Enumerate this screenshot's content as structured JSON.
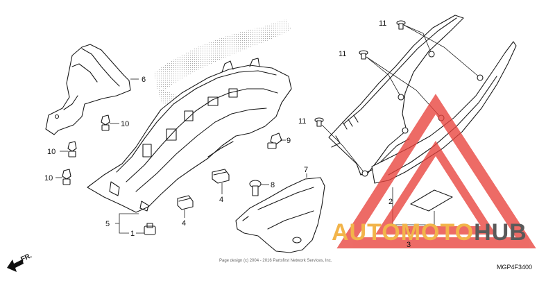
{
  "callouts": [
    {
      "id": "c6",
      "label": "6"
    },
    {
      "id": "c10a",
      "label": "10"
    },
    {
      "id": "c10b",
      "label": "10"
    },
    {
      "id": "c10c",
      "label": "10"
    },
    {
      "id": "c5",
      "label": "5"
    },
    {
      "id": "c1",
      "label": "1"
    },
    {
      "id": "c4a",
      "label": "4"
    },
    {
      "id": "c4b",
      "label": "4"
    },
    {
      "id": "c8",
      "label": "8"
    },
    {
      "id": "c7",
      "label": "7"
    },
    {
      "id": "c9",
      "label": "9"
    },
    {
      "id": "c11a",
      "label": "11"
    },
    {
      "id": "c11b",
      "label": "11"
    },
    {
      "id": "c11c",
      "label": "11"
    },
    {
      "id": "c2",
      "label": "2"
    },
    {
      "id": "c3",
      "label": "3"
    }
  ],
  "direction_label": "FR.",
  "copyright": "Page design (c) 2004 - 2016 Partsfirst Network Services, Inc.",
  "diagram_code": "MGP4F3400",
  "watermark": {
    "part1": "AUTOMOTO",
    "part2": "HUB"
  },
  "colors": {
    "line": "#1a1a1a",
    "watermark_red": "#e8423c",
    "watermark_orange": "#f2b44a",
    "watermark_gray": "#5a5a5a"
  }
}
